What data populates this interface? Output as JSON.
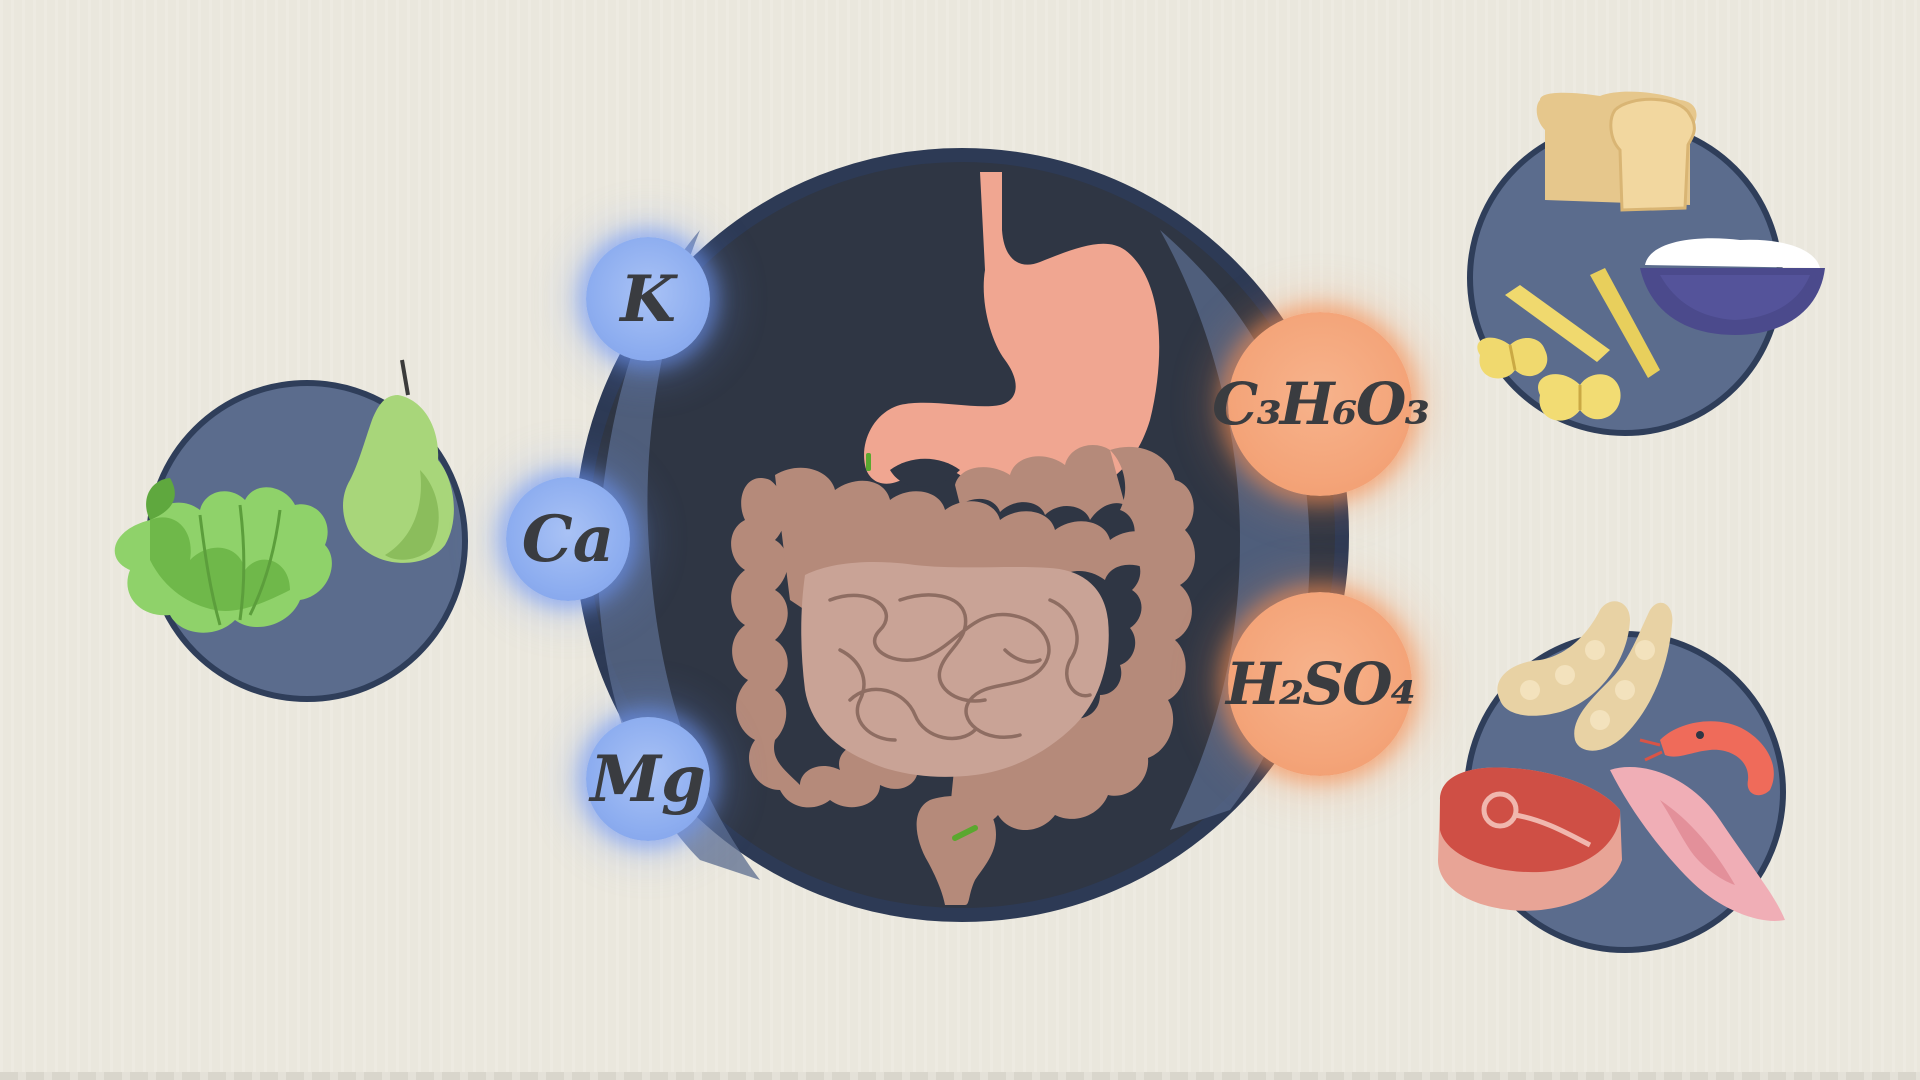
{
  "minerals": [
    {
      "symbol": "K"
    },
    {
      "symbol": "Ca"
    },
    {
      "symbol": "Mg"
    }
  ],
  "acids": [
    {
      "formula": "C₃H₆O₃"
    },
    {
      "formula": "H₂SO₄"
    }
  ],
  "icons": {
    "center": "digestive-system-icon",
    "left": "pear-lettuce-icon",
    "top_right": "bread-rice-pasta-icon",
    "bottom_right": "meat-fish-shrimp-beans-icon"
  },
  "colors": {
    "background": "#eae7dd",
    "circle": "#5b6c8d",
    "circle_border": "#2f3e5a",
    "mineral_bubble": "#8eaef0",
    "acid_bubble": "#f4a57a",
    "text": "#3a3c40"
  }
}
